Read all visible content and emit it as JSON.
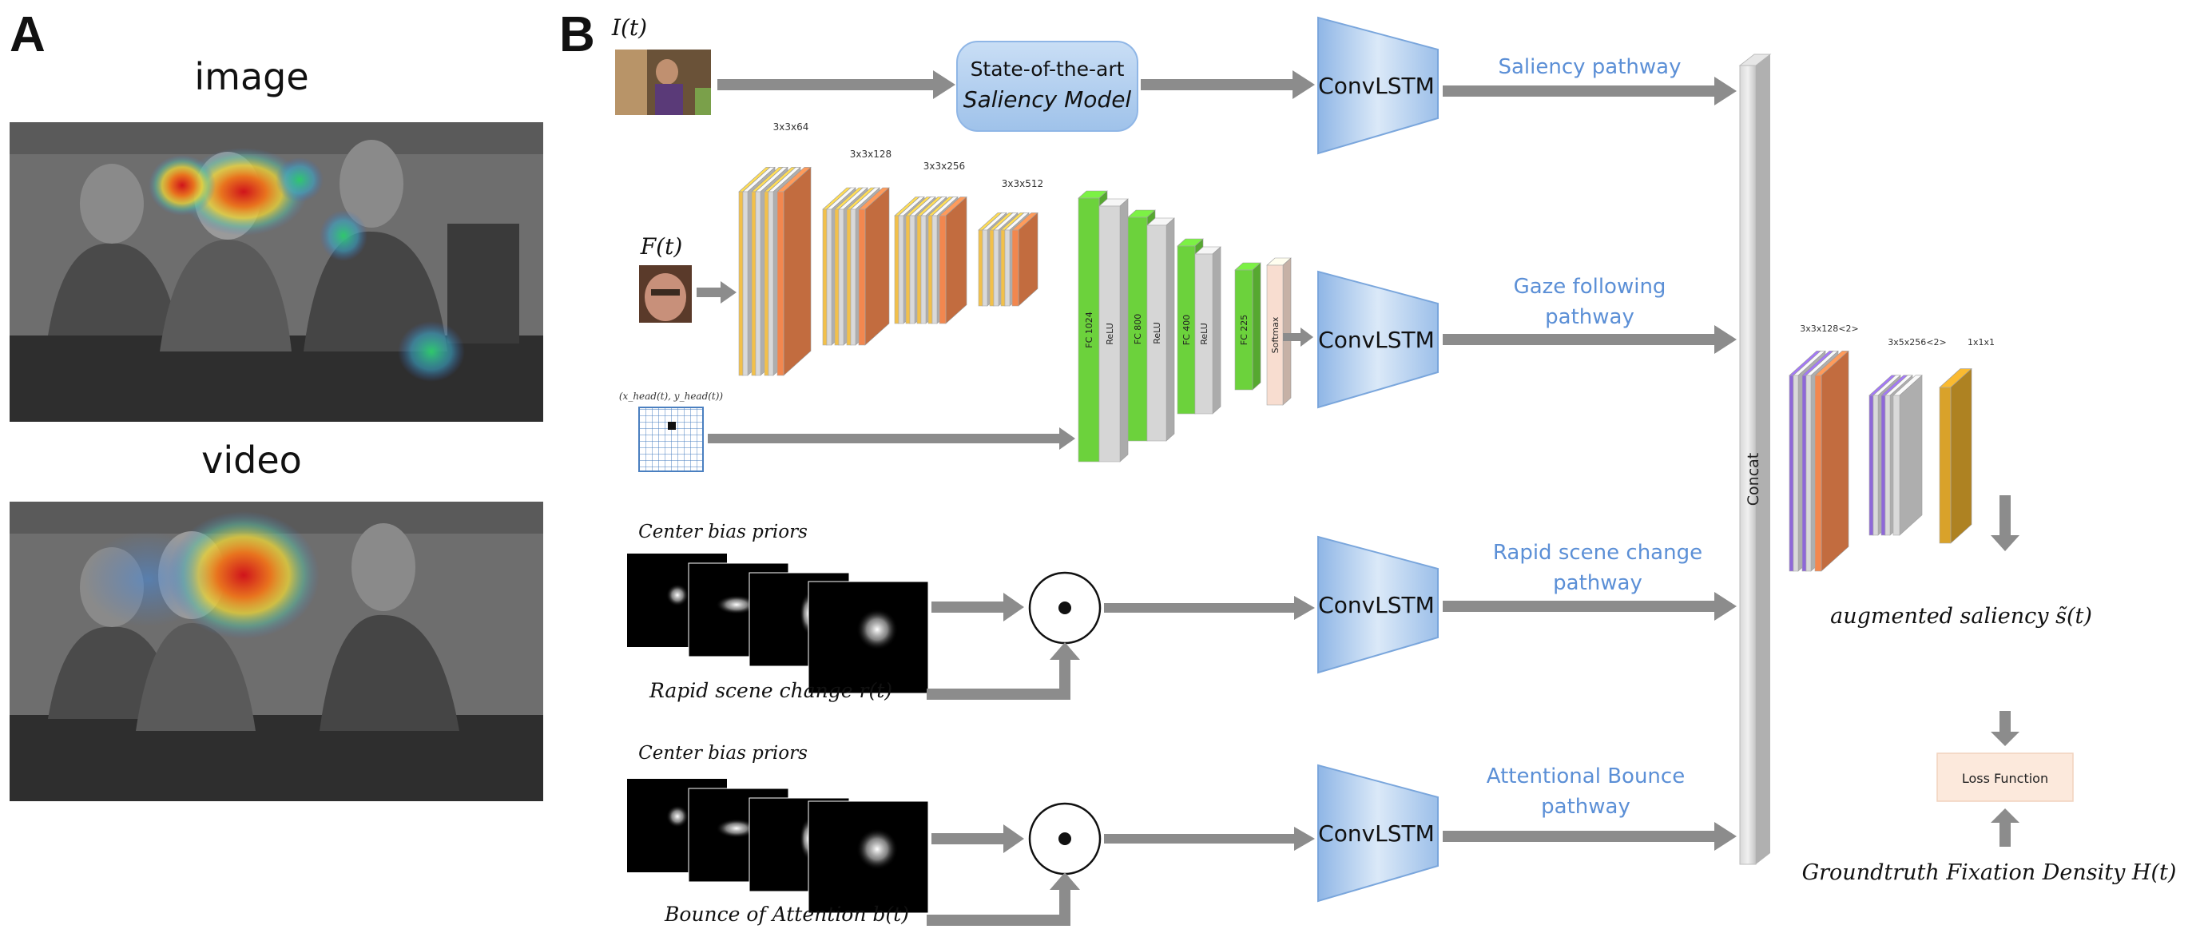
{
  "panel_a": {
    "letter": "A",
    "image_label": "image",
    "video_label": "video"
  },
  "panel_b": {
    "letter": "B",
    "inputs": {
      "frame": "I(t)",
      "face": "F(t)",
      "head_pos": "(x_head(t), y_head(t))"
    },
    "saliency_model": {
      "line1": "State-of-the-art",
      "line2": "Saliency Model"
    },
    "convlstm_label": "ConvLSTM",
    "vgg_blocks": [
      "3x3x64",
      "3x3x128",
      "3x3x256",
      "3x3x512"
    ],
    "fc_layers": [
      "FC 1024",
      "ReLU",
      "FC 800",
      "ReLU",
      "FC 400",
      "ReLU",
      "FC 225",
      "Softmax"
    ],
    "pathways": {
      "saliency": "Saliency pathway",
      "gaze_1": "Gaze following",
      "gaze_2": "pathway",
      "rapid_1": "Rapid scene change",
      "rapid_2": "pathway",
      "bounce_1": "Attentional Bounce",
      "bounce_2": "pathway"
    },
    "center_bias_label": "Center bias priors",
    "rapid_input": "Rapid scene change r(t)",
    "bounce_input": "Bounce of Attention  b(t)",
    "concat": "Concat",
    "decoder_blocks": [
      "3x3x128<2>",
      "3x5x256<2>",
      "1x1x1"
    ],
    "augmented": "augmented saliency s̃(t)",
    "loss": "Loss Function",
    "groundtruth": "Groundtruth Fixation Density H(t)",
    "colors": {
      "arrow": "#8c8c8c",
      "pathway_text": "#5b8fd6",
      "convlstm_fill": "#a9c7ea",
      "vgg_yellow": "#f2c04a",
      "vgg_orange": "#f2874f",
      "fc_green": "#6cd23c",
      "decoder_purple": "#8e68d8",
      "decoder_gold": "#d9a22a",
      "loss_fill": "#fce9dc"
    }
  }
}
